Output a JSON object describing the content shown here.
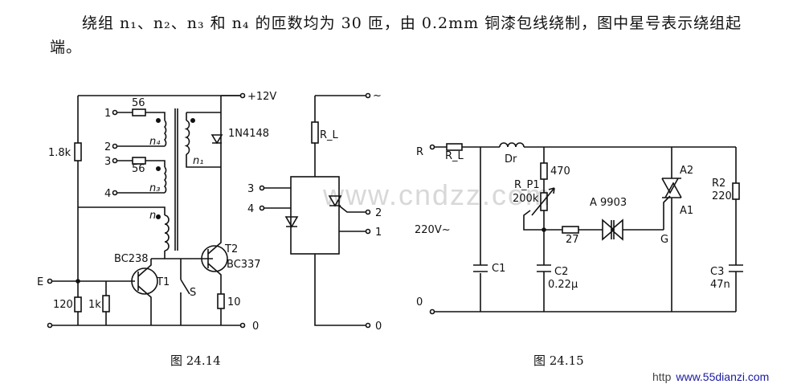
{
  "description_text": "绕组 n₁、n₂、n₃ 和 n₄ 的匝数均为 30 匝，由 0.2mm 铜漆包线绕制，图中星号表示绕组起端。",
  "watermark": "www.cndzz.com",
  "site_prefix": "http",
  "site_url": "www.55dianzi.com",
  "figure_left": {
    "caption": "图 24.14",
    "supply": "+12V",
    "terminals": [
      "1",
      "2",
      "3",
      "4"
    ],
    "r56a": "56",
    "r56b": "56",
    "r18k": "1.8k",
    "r120": "120",
    "r1k": "1k",
    "r10": "10",
    "n1": "n₁",
    "n2": "n₂",
    "n3": "n₃",
    "n4": "n₄",
    "diode": "1N4148",
    "t1_model": "BC238",
    "t1_name": "T1",
    "t2_name": "T2",
    "t2_model": "BC337",
    "switch": "S",
    "input_e": "E",
    "ground": "0"
  },
  "figure_mid": {
    "ac_top": "~",
    "rl": "R_L",
    "in3": "3",
    "in4": "4",
    "out2": "2",
    "out1": "1",
    "ground": "0"
  },
  "figure_right": {
    "caption": "图 24.15",
    "input_r": "R",
    "rl": "R_L",
    "dr": "Dr",
    "r470": "470",
    "rp1_name": "R_P1",
    "rp1_value": "200k",
    "diac": "A 9903",
    "r27": "27",
    "a2": "A2",
    "a1": "A1",
    "gate": "G",
    "r2_name": "R2",
    "r2_value": "220",
    "c1": "C1",
    "c2_name": "C2",
    "c2_value": "0.22μ",
    "c3_name": "C3",
    "c3_value": "47n",
    "mains": "220V~",
    "ground": "0"
  }
}
